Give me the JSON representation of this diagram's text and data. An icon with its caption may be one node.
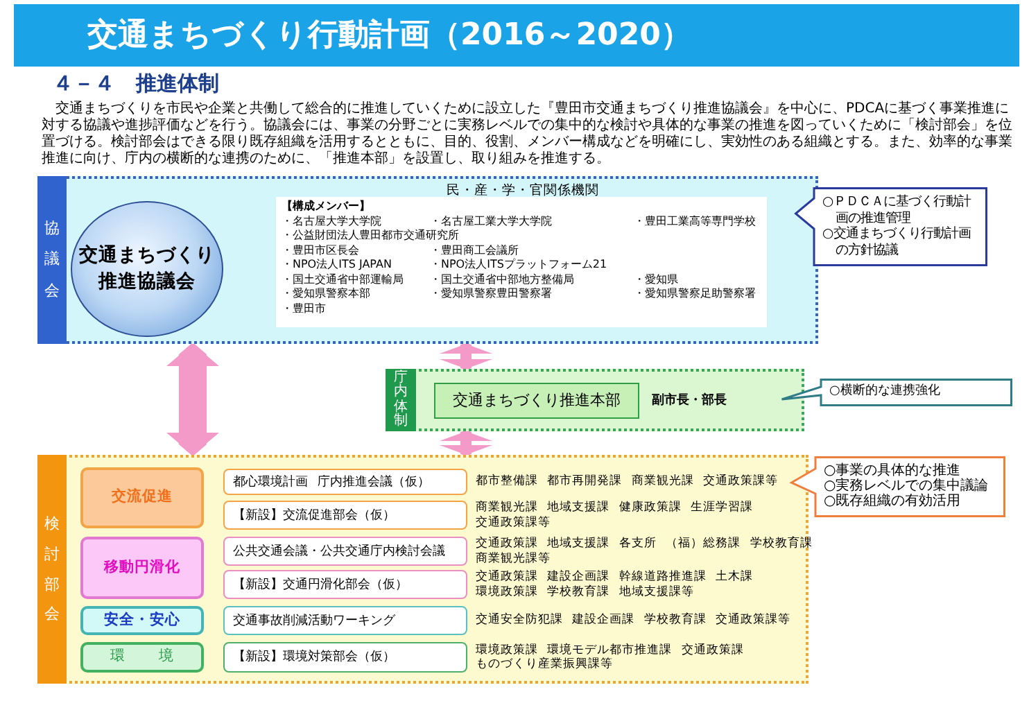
{
  "diagram": {
    "title": "交通まちづくり行動計画（2016～2020）",
    "nodes": [
      {
        "text": [
          "協議会",
          "民・産・学・官関係機関"
        ]
      },
      {
        "text": [
          "交通まちづくり推進協議会"
        ],
        "in": 0
      },
      {
        "text": [
          "【構成メンバー】",
          "・名古屋大学大学院",
          "・名古屋工業大学大学院",
          "・豊田工業高等専門学校",
          "・公益財団法人豊田都市交通研究所",
          "・豊田市区長会",
          "・豊田商工会議所",
          "・NPO法人ITS JAPAN",
          "・NPO法人ITSプラットフォーム21",
          "・国土交通省中部運輸局",
          "・国土交通省中部地方整備局",
          "・愛知県",
          "・愛知県警察本部",
          "・愛知県警察豊田警察署",
          "・愛知県警察足助警察署",
          "・豊田市"
        ],
        "in": 0
      },
      {
        "text": [
          "○ＰＤＣＡに基づく行動計画の推進管理",
          "○交通まちづくり行動計画の方針協議"
        ]
      },
      {
        "text": [
          "庁内体制"
        ]
      },
      {
        "text": [
          "交通まちづくり推進本部"
        ],
        "beside": [
          "副市長・部長"
        ],
        "in": 4
      },
      {
        "text": [
          "○横断的な連携強化"
        ]
      },
      {
        "text": [
          "検討部会"
        ]
      },
      {
        "text": [
          "交流促進"
        ],
        "in": 7
      },
      {
        "text": [
          "都心環境計画 庁内推進会議（仮）"
        ],
        "beside": [
          "都市整備課 都市再開発課 商業観光課 交通政策課等"
        ],
        "in": 7
      },
      {
        "text": [
          "【新設】交流促進部会（仮）"
        ],
        "beside": [
          "商業観光課 地域支援課 健康政策課 生涯学習課交通政策課等"
        ],
        "in": 7
      },
      {
        "text": [
          "移動円滑化"
        ],
        "in": 7
      },
      {
        "text": [
          "公共交通会議・公共交通庁内検討会議"
        ],
        "beside": [
          "交通政策課 地域支援課 各支所 （福）総務課 学校教育課商業観光課等"
        ],
        "in": 7
      },
      {
        "text": [
          "【新設】交通円滑化部会（仮）"
        ],
        "beside": [
          "交通政策課 建設企画課 幹線道路推進課 土木課環境政策課 学校教育課 地域支援課等"
        ],
        "in": 7
      },
      {
        "text": [
          "安全・安心"
        ],
        "in": 7
      },
      {
        "text": [
          "交通事故削減活動ワーキング"
        ],
        "beside": [
          "交通安全防犯課 建設企画課 学校教育課 交通政策課等"
        ],
        "in": 7
      },
      {
        "text": [
          "環境"
        ],
        "in": 7
      },
      {
        "text": [
          "【新設】環境対策部会（仮）"
        ],
        "beside": [
          "環境政策課 環境モデル都市推進課 交通政策課ものづくり産業振興課等"
        ],
        "in": 7
      },
      {
        "text": [
          "○事業の具体的な推進",
          "○実務レベルでの集中議論",
          "○既存組織の有効活用"
        ]
      }
    ],
    "edges": [
      {
        "from": 0,
        "to": 7,
        "arrow": "both",
        "style": "thick"
      },
      {
        "from": 0,
        "to": 4,
        "arrow": "both"
      },
      {
        "from": 4,
        "to": 7,
        "arrow": "both"
      }
    ],
    "labels": [
      "４－４　推進体制",
      "交通まちづくりを市民や企業と共働して総合的に推進していくために設立した『豊田市交通まちづくり推進協議会』を中心に、PDCAに基づく事業推進に対する協議や進捗評価などを行う。協議会には、事業の分野ごとに実務レベルでの集中的な検討や具体的な事業の推進を図っていくために「検討部会」を位置づける。検討部会はできる限り既存組織を活用するとともに、目的、役割、メンバー構成などを明確にし、実効性のある組織とする。また、効率的な事業推進に向け、庁内の横断的な連携のために、「推進本部」を設置し、取り組みを推進する。"
    ]
  }
}
